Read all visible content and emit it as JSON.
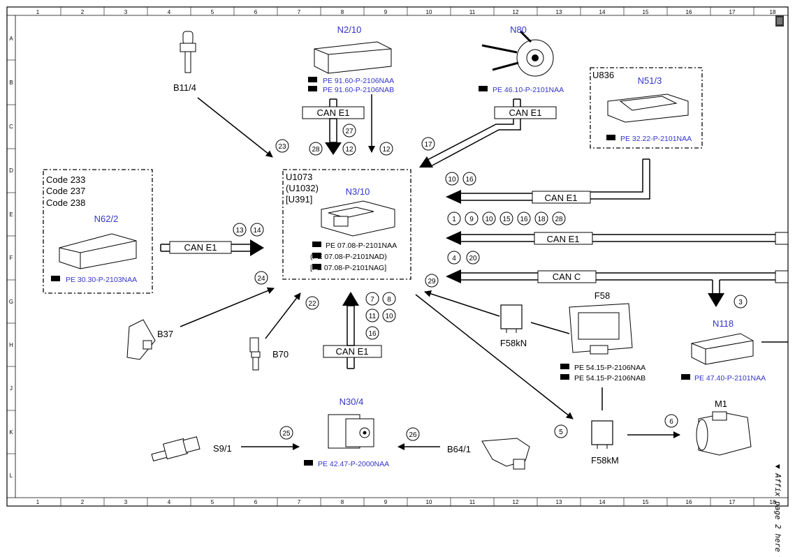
{
  "grid": {
    "columns": [
      "1",
      "2",
      "3",
      "4",
      "5",
      "6",
      "7",
      "8",
      "9",
      "10",
      "11",
      "12",
      "13",
      "14",
      "15",
      "16",
      "17",
      "18"
    ],
    "rows": [
      "A",
      "B",
      "C",
      "D",
      "E",
      "F",
      "G",
      "H",
      "J",
      "K",
      "L"
    ]
  },
  "side_note": "▼ Affix page 2 here ▼",
  "components": {
    "b11_4": "B11/4",
    "n2_10": "N2/10",
    "n2_10_ref1": "PE 91.60-P-2106NAA",
    "n2_10_ref2": "PE 91.60-P-2106NAB",
    "n80": "N80",
    "n80_ref": "PE 46.10-P-2101NAA",
    "u836": "U836",
    "n51_3": "N51/3",
    "n51_3_ref": "PE 32.22-P-2101NAA",
    "code1": "Code 233",
    "code2": "Code 237",
    "code3": "Code 238",
    "n62_2": "N62/2",
    "n62_2_ref": "PE 30.30-P-2103NAA",
    "u1073": "U1073",
    "u1032": "(U1032)",
    "u391": "[U391]",
    "n3_10": "N3/10",
    "n3_10_ref1": "PE 07.08-P-2101NAA",
    "n3_10_ref2": "(PE 07.08-P-2101NAD)",
    "n3_10_ref3": "[PE 07.08-P-2101NAG]",
    "b37": "B37",
    "b70": "B70",
    "f58": "F58",
    "f58kn": "F58kN",
    "f58_ref1": "PE 54.15-P-2106NAA",
    "f58_ref2": "PE 54.15-P-2106NAB",
    "f58km": "F58kM",
    "n118": "N118",
    "n118_ref": "PE 47.40-P-2101NAA",
    "m1": "M1",
    "n30_4": "N30/4",
    "n30_4_ref": "PE 42.47-P-2000NAA",
    "s9_1": "S9/1",
    "b64_1": "B64/1"
  },
  "buses": {
    "can_e1": "CAN E1",
    "can_c": "CAN C"
  },
  "circles": {
    "c23": "23",
    "c27": "27",
    "c28": "28",
    "c12a": "12",
    "c12b": "12",
    "c17": "17",
    "c10a": "10",
    "c16a": "16",
    "r1": "1",
    "r9": "9",
    "r10": "10",
    "r15": "15",
    "r16": "16",
    "r18": "18",
    "r28": "28",
    "c4": "4",
    "c20": "20",
    "c29": "29",
    "c3": "3",
    "c13": "13",
    "c14": "14",
    "c24": "24",
    "c22": "22",
    "c7": "7",
    "c8": "8",
    "c11": "11",
    "c10b": "10",
    "c16b": "16",
    "c5": "5",
    "c6": "6",
    "c25": "25",
    "c26": "26"
  }
}
